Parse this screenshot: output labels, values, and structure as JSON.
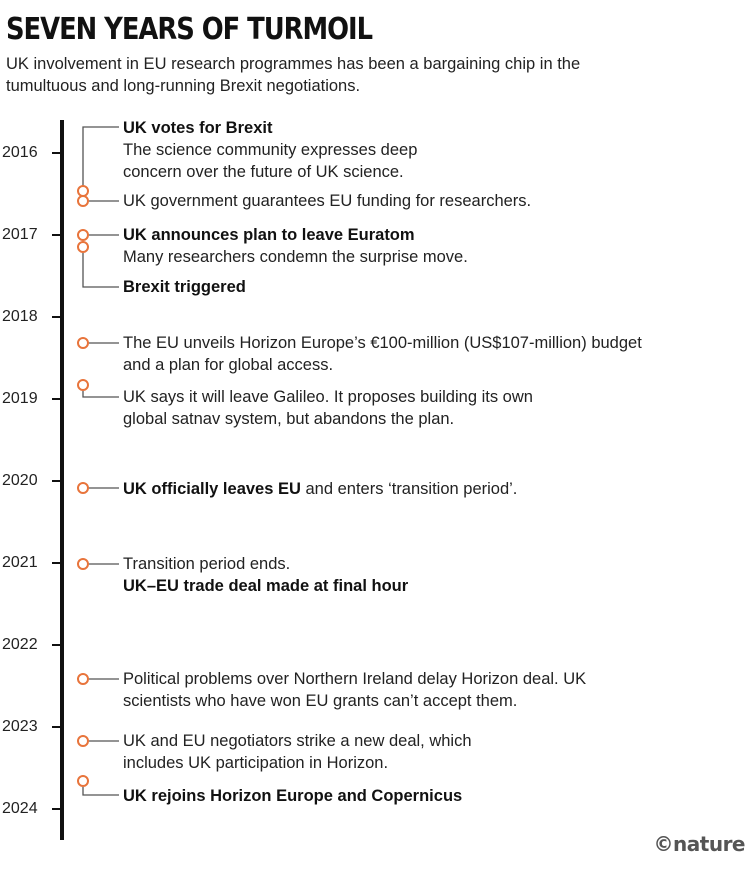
{
  "title": "SEVEN YEARS OF TURMOIL",
  "subtitle": "UK involvement in EU research programmes has been a bargaining chip in the tumultuous and long-running Brexit negotiations.",
  "years": [
    "2016",
    "2017",
    "2018",
    "2019",
    "2020",
    "2021",
    "2022",
    "2023",
    "2024"
  ],
  "events": [
    {
      "bold": "UK votes for Brexit",
      "text": "",
      "line2": "The science community expresses deep concern over the future of UK science."
    },
    {
      "bold": "",
      "text": "UK government guarantees EU funding for researchers.",
      "line2": ""
    },
    {
      "bold": "UK announces plan to leave Euratom",
      "text": "",
      "line2": "Many researchers condemn the surprise move."
    },
    {
      "bold": "Brexit triggered",
      "text": "",
      "line2": ""
    },
    {
      "bold": "",
      "text": "The EU unveils Horizon Europe’s €100-million (US$107-million) budget and a plan for global access.",
      "line2": ""
    },
    {
      "bold": "",
      "text": "UK says it will leave Galileo. It proposes building its own global satnav system, but abandons the plan.",
      "line2": ""
    },
    {
      "bold": "UK officially leaves EU",
      "text": " and enters ‘transition period’.",
      "line2": ""
    },
    {
      "bold": "",
      "text": "Transition period ends.",
      "line2": "",
      "bold2": "UK–EU trade deal made at final hour"
    },
    {
      "bold": "",
      "text": "Political problems over Northern Ireland delay Horizon deal. UK scientists who have won EU grants can’t accept them.",
      "line2": ""
    },
    {
      "bold": "",
      "text": "UK and EU negotiators strike a new deal, which includes UK participation in Horizon.",
      "line2": ""
    },
    {
      "bold": "UK rejoins Horizon Europe and Copernicus",
      "text": "",
      "line2": ""
    }
  ],
  "footer": "©nature",
  "colors": {
    "marker": "#e8743b",
    "axis": "#111111"
  }
}
